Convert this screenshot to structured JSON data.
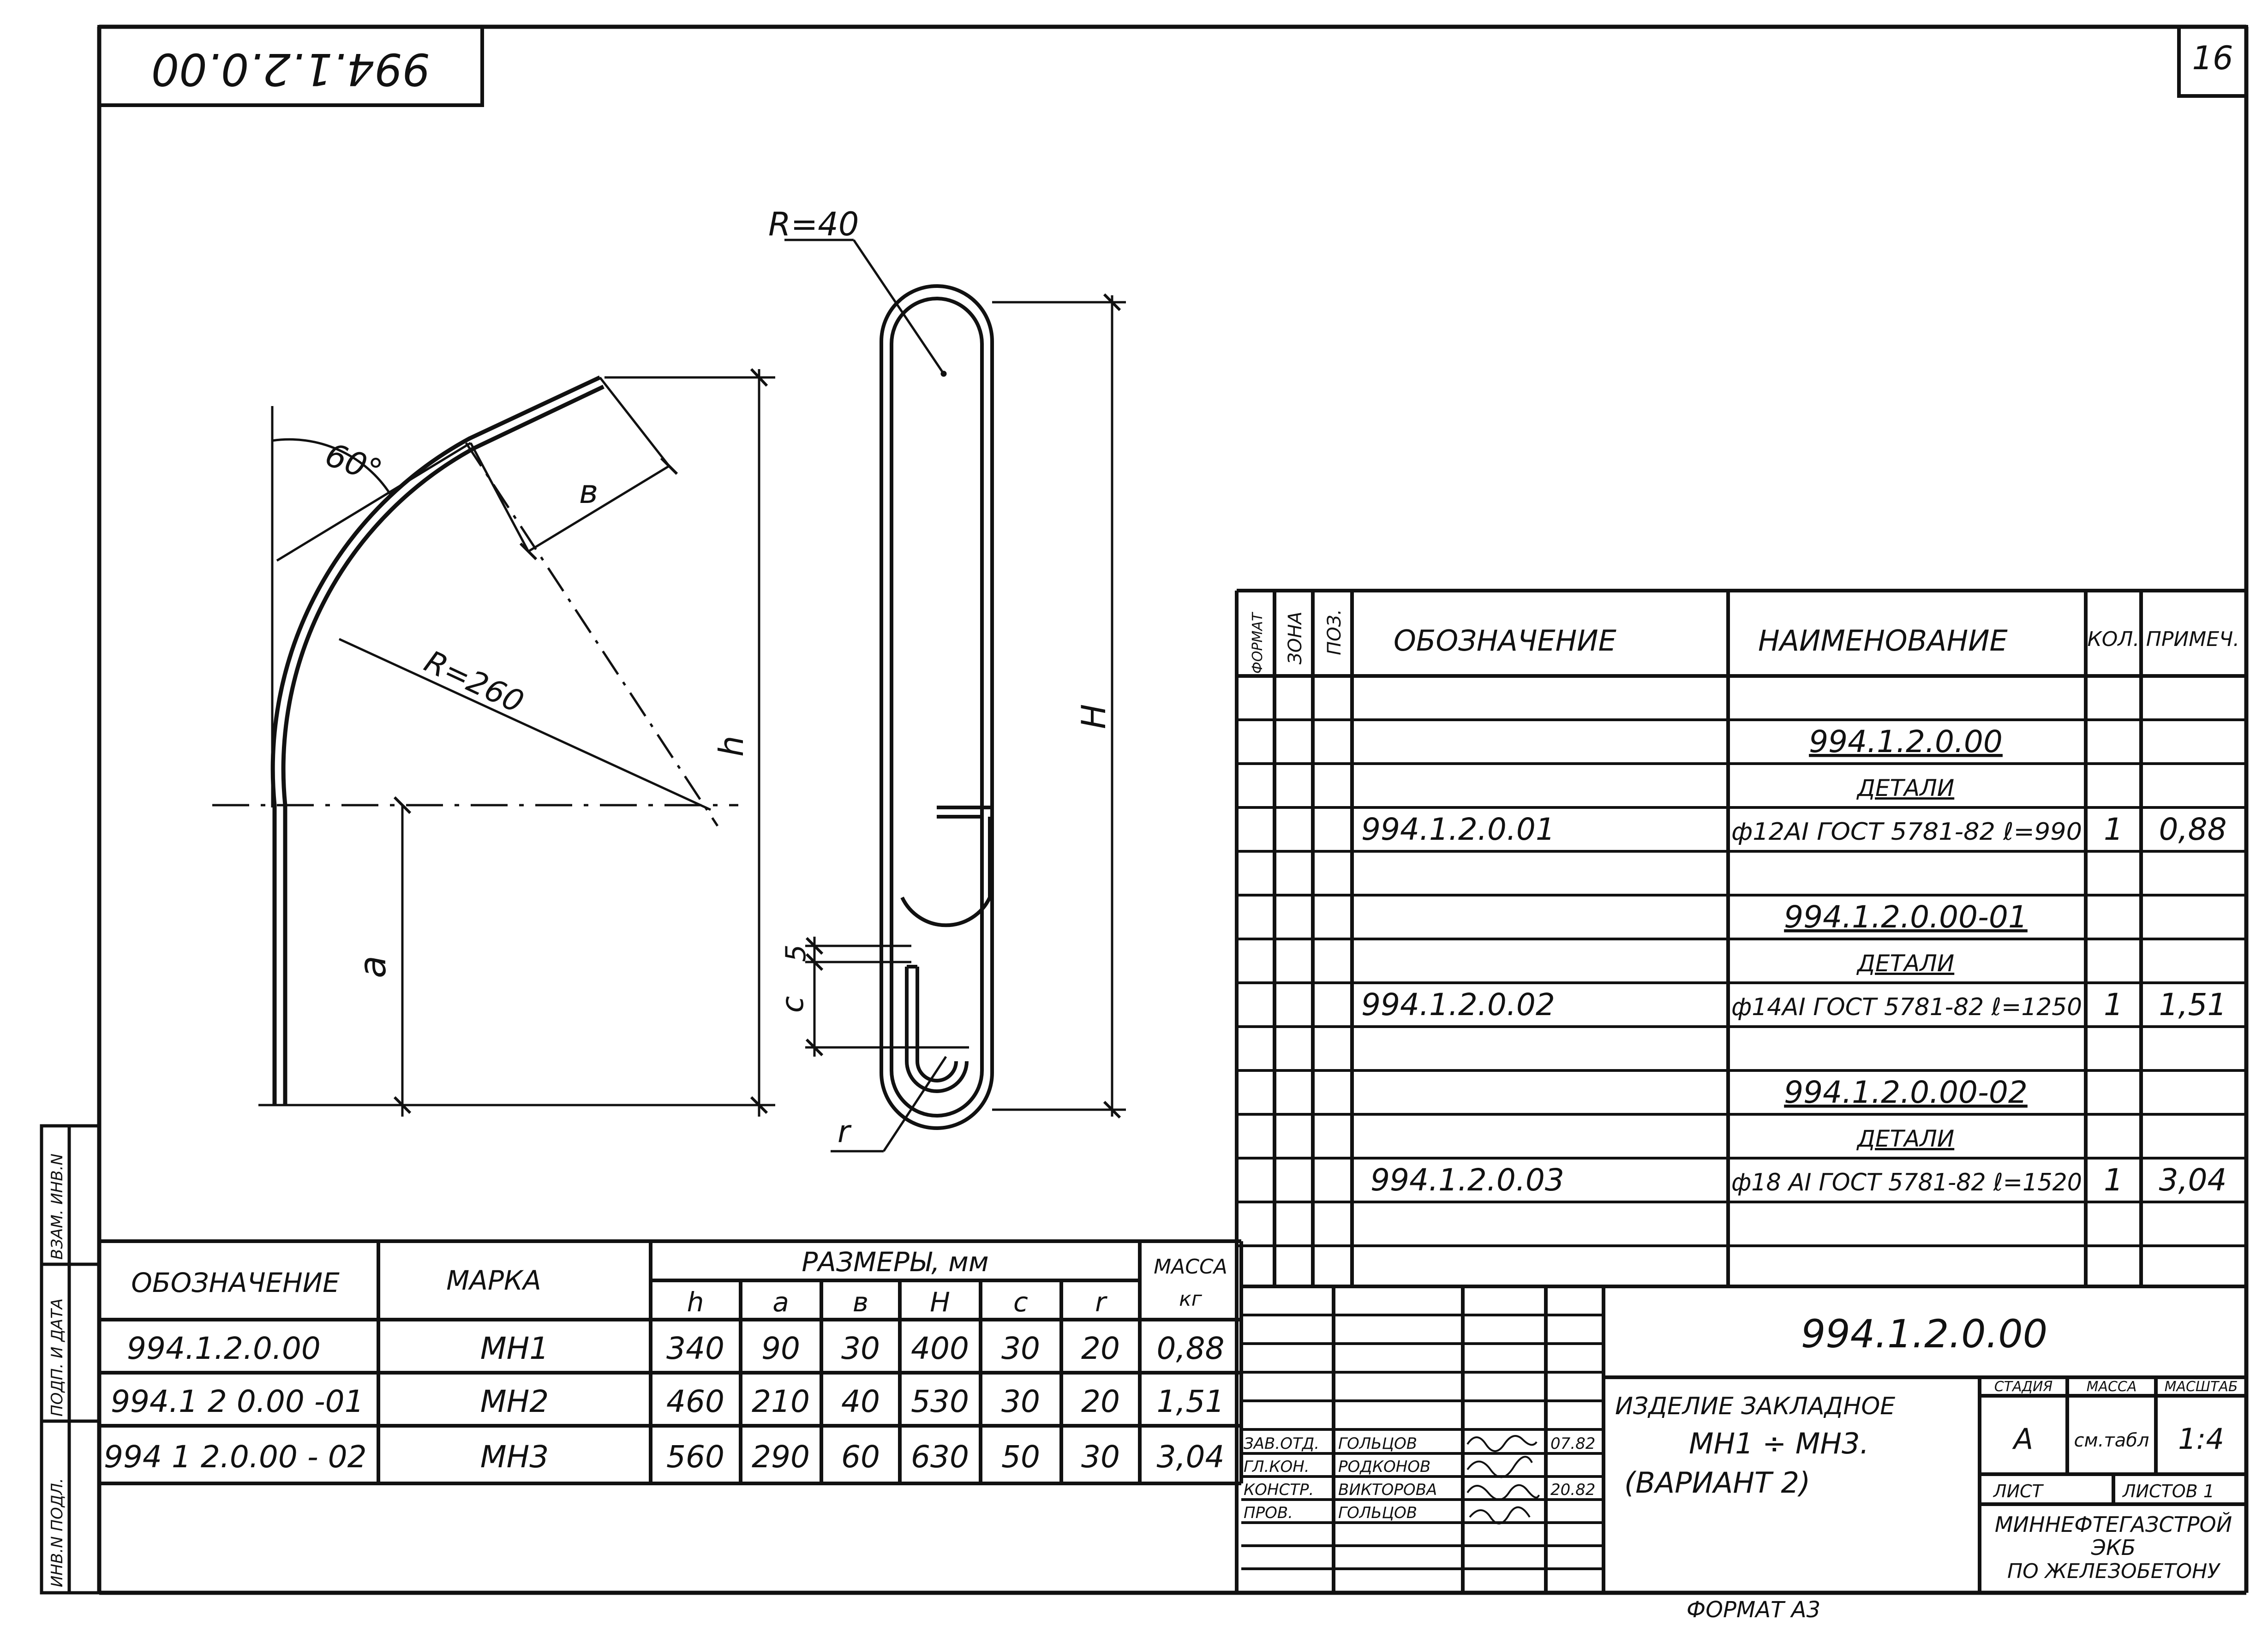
{
  "sheet": {
    "number": "16",
    "code_top_rotated": "994.1.2.0.00",
    "format_label": "ФОРМАТ А3"
  },
  "side_stamp": {
    "inv_orig": "ИНВ.N ПОДЛ.",
    "sign_date": "ПОДП. И ДАТА",
    "inv_repl": "ВЗАМ. ИНВ.N"
  },
  "drawing": {
    "angle": "60°",
    "r_arc": "R=260",
    "r_loop": "R=40",
    "dim_b": "в",
    "dim_h": "h",
    "dim_a": "a",
    "dim_H": "H",
    "dim_c": "c",
    "dim_5": "5",
    "dim_r": "r"
  },
  "size_table": {
    "col_designation": "ОБОЗНАЧЕНИЕ",
    "col_mark": "МАРКА",
    "col_sizes": "РАЗМЕРЫ, мм",
    "col_mass": "МАССА",
    "col_mass_unit": "кг",
    "sub_headers": [
      "h",
      "a",
      "в",
      "H",
      "c",
      "r"
    ],
    "rows": [
      {
        "designation": "994.1.2.0.00",
        "mark": "МН1",
        "h": "340",
        "a": "90",
        "b": "30",
        "H": "400",
        "c": "30",
        "r": "20",
        "mass": "0,88"
      },
      {
        "designation": "994.1 2 0.00 -01",
        "mark": "МН2",
        "h": "460",
        "a": "210",
        "b": "40",
        "H": "530",
        "c": "30",
        "r": "20",
        "mass": "1,51"
      },
      {
        "designation": "994 1 2.0.00 - 02",
        "mark": "МН3",
        "h": "560",
        "a": "290",
        "b": "60",
        "H": "630",
        "c": "50",
        "r": "30",
        "mass": "3,04"
      }
    ]
  },
  "spec_table": {
    "col_format": "ФОРМАТ",
    "col_zone": "ЗОНА",
    "col_pos": "ПОЗ.",
    "col_designation": "ОБОЗНАЧЕНИЕ",
    "col_name": "НАИМЕНОВАНИЕ",
    "col_qty": "КОЛ.",
    "col_note": "ПРИМЕЧ.",
    "rows": [
      {
        "designation": "",
        "name": "",
        "qty": "",
        "note": ""
      },
      {
        "designation": "",
        "name": "994.1.2.0.00",
        "qty": "",
        "note": "",
        "style": "underline"
      },
      {
        "designation": "",
        "name": "ДЕТАЛИ",
        "qty": "",
        "note": "",
        "style": "underline"
      },
      {
        "designation": "994.1.2.0.01",
        "name": "ф12АI ГОСТ 5781-82 ℓ=990",
        "qty": "1",
        "note": "0,88"
      },
      {
        "designation": "",
        "name": "",
        "qty": "",
        "note": ""
      },
      {
        "designation": "",
        "name": "994.1.2.0.00-01",
        "qty": "",
        "note": "",
        "style": "underline"
      },
      {
        "designation": "",
        "name": "ДЕТАЛИ",
        "qty": "",
        "note": "",
        "style": "underline"
      },
      {
        "designation": "994.1.2.0.02",
        "name": "ф14АI ГОСТ 5781-82 ℓ=1250",
        "qty": "1",
        "note": "1,51"
      },
      {
        "designation": "",
        "name": "",
        "qty": "",
        "note": ""
      },
      {
        "designation": "",
        "name": "994.1.2.0.00-02",
        "qty": "",
        "note": "",
        "style": "underline"
      },
      {
        "designation": "",
        "name": "ДЕТАЛИ",
        "qty": "",
        "note": "",
        "style": "underline"
      },
      {
        "designation": "994.1.2.0.03",
        "name": "ф18 АI ГОСТ 5781-82 ℓ=1520",
        "qty": "1",
        "note": "3,04"
      },
      {
        "designation": "",
        "name": "",
        "qty": "",
        "note": ""
      },
      {
        "designation": "",
        "name": "",
        "qty": "",
        "note": ""
      }
    ]
  },
  "title_block": {
    "doc_code": "994.1.2.0.00",
    "name_line1": "ИЗДЕЛИЕ ЗАКЛАДНОЕ",
    "name_line2": "МН1 ÷ МН3.",
    "name_line3": "(ВАРИАНТ 2)",
    "stage_label": "СТАДИЯ",
    "mass_label": "МАССА",
    "scale_label": "МАСШТАБ",
    "stage": "А",
    "mass": "см.табл",
    "scale": "1:4",
    "sheet_label": "ЛИСТ",
    "sheets_label": "ЛИСТОВ 1",
    "org_line1": "МИННЕФТЕГАЗСТРОЙ",
    "org_line2": "ЭКБ",
    "org_line3": "ПО ЖЕЛЕЗОБЕТОНУ",
    "signers": [
      {
        "role": "ЗАВ.ОТД.",
        "name": "ГОЛЬЦОВ",
        "date": "07.82"
      },
      {
        "role": "ГЛ.КОН.",
        "name": "РОДКОНОВ",
        "date": ""
      },
      {
        "role": "КОНСТР.",
        "name": "ВИКТОРОВА",
        "date": "20.82"
      },
      {
        "role": "ПРОВ.",
        "name": "ГОЛЬЦОВ",
        "date": ""
      }
    ]
  }
}
